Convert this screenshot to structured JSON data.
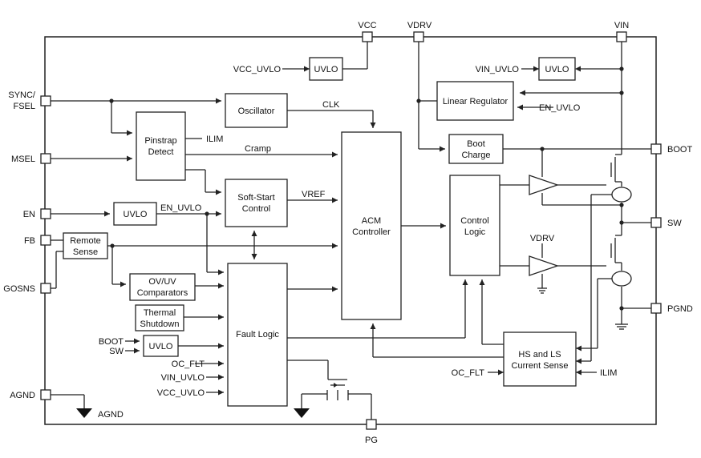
{
  "pins": {
    "vcc": "VCC",
    "vdrv": "VDRV",
    "vin": "VIN",
    "sync": "SYNC/",
    "fsel": "FSEL",
    "msel": "MSEL",
    "en": "EN",
    "fb": "FB",
    "gosns": "GOSNS",
    "agnd": "AGND",
    "pg": "PG",
    "boot": "BOOT",
    "sw": "SW",
    "pgnd": "PGND"
  },
  "blocks": {
    "uvlo": "UVLO",
    "linear_regulator": "Linear Regulator",
    "oscillator": "Oscillator",
    "pinstrap_line1": "Pinstrap",
    "pinstrap_line2": "Detect",
    "soft_start_line1": "Soft-Start",
    "soft_start_line2": "Control",
    "remote_sense_line1": "Remote",
    "remote_sense_line2": "Sense",
    "ovuv_line1": "OV/UV",
    "ovuv_line2": "Comparators",
    "thermal_line1": "Thermal",
    "thermal_line2": "Shutdown",
    "fault_logic": "Fault Logic",
    "acm_line1": "ACM",
    "acm_line2": "Controller",
    "boot_charge_line1": "Boot",
    "boot_charge_line2": "Charge",
    "control_logic_line1": "Control",
    "control_logic_line2": "Logic",
    "current_sense_line1": "HS and LS",
    "current_sense_line2": "Current Sense"
  },
  "signals": {
    "vcc_uvlo": "VCC_UVLO",
    "vin_uvlo": "VIN_UVLO",
    "en_uvlo_in": "EN_UVLO",
    "clk": "CLK",
    "ilim": "ILIM",
    "cramp": "Cramp",
    "en_uvlo_out": "EN_UVLO",
    "vref": "VREF",
    "vdrv": "VDRV",
    "boot": "BOOT",
    "sw": "SW",
    "oc_flt": "OC_FLT",
    "vin_uvlo_in": "VIN_UVLO",
    "vcc_uvlo_in": "VCC_UVLO",
    "oc_flt_cs": "OC_FLT",
    "ilim_cs": "ILIM",
    "agnd": "AGND"
  }
}
